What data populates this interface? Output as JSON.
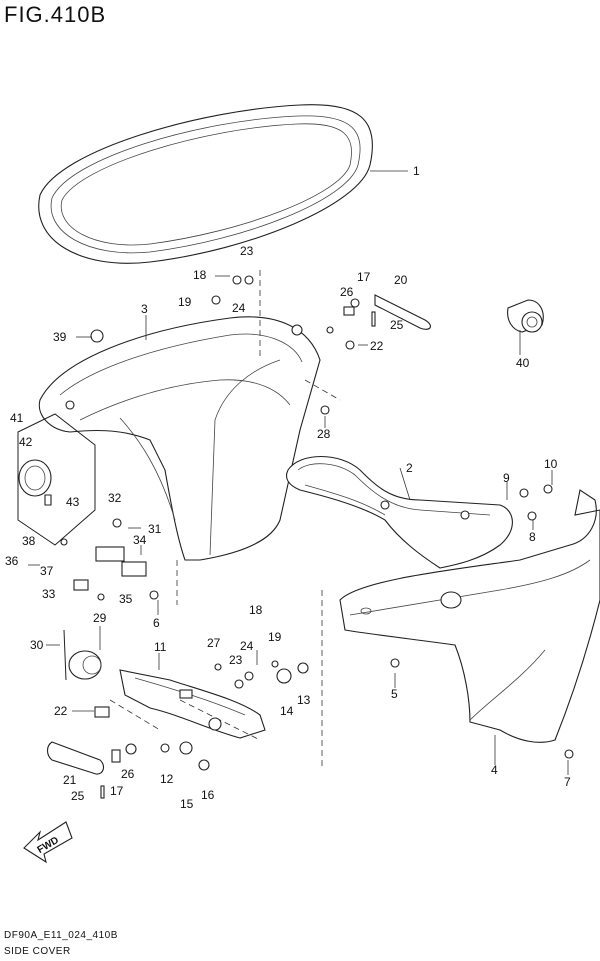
{
  "figure": {
    "title": "FIG.410B",
    "code": "DF90A_E11_024_410B",
    "caption": "SIDE COVER",
    "direction_label": "FWD"
  },
  "callouts": [
    "1",
    "2",
    "3",
    "4",
    "5",
    "6",
    "7",
    "8",
    "9",
    "10",
    "11",
    "12",
    "13",
    "14",
    "15",
    "16",
    "17",
    "18",
    "19",
    "20",
    "21",
    "22",
    "23",
    "24",
    "25",
    "26",
    "27",
    "28",
    "29",
    "30",
    "31",
    "32",
    "33",
    "34",
    "35",
    "36",
    "37",
    "38",
    "39",
    "40",
    "41",
    "42",
    "43"
  ],
  "parts": {
    "seal": "1",
    "cover_right": "2",
    "cover_left": "3",
    "lower_cover": "4"
  }
}
